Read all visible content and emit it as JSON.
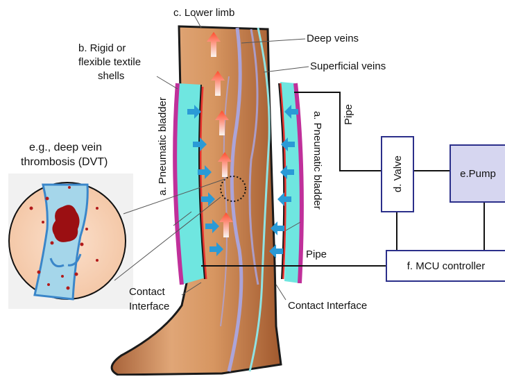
{
  "labels": {
    "lower_limb": "c. Lower limb",
    "shells": "b. Rigid or flexible textile shells",
    "shells_line1": "b. Rigid or",
    "shells_line2": "flexible textile",
    "shells_line3": "shells",
    "deep_veins": "Deep veins",
    "superficial_veins": "Superficial veins",
    "pipe_top": "Pipe",
    "pipe_bottom": "Pipe",
    "bladder_left": "a. Pneumatic bladder",
    "bladder_right": "a. Pneumatic bladder",
    "dvt_line1": "e.g., deep vein",
    "dvt_line2": "thrombosis (DVT)",
    "contact_left_line1": "Contact",
    "contact_left_line2": "Interface",
    "contact_right": "Contact Interface"
  },
  "components": {
    "valve": "d. Valve",
    "pump": "e.Pump",
    "mcu": "f. MCU controller"
  },
  "colors": {
    "skin": "#d4935f",
    "skin_light": "#f0c9a4",
    "bladder": "#6fe6e0",
    "shell": "#c0309a",
    "contact": "#e8332e",
    "arrow_blue": "#2a9ad6",
    "deep_vein": "#a9a7e8",
    "superficial_vein": "#8fe3e3",
    "pump_fill": "#d6d6f0",
    "box_border": "#2b2f8a",
    "clot": "#9b0f12"
  },
  "icons": {
    "compression_arrow": "right-arrow-blue",
    "flow_arrow": "up-arrow-red"
  }
}
